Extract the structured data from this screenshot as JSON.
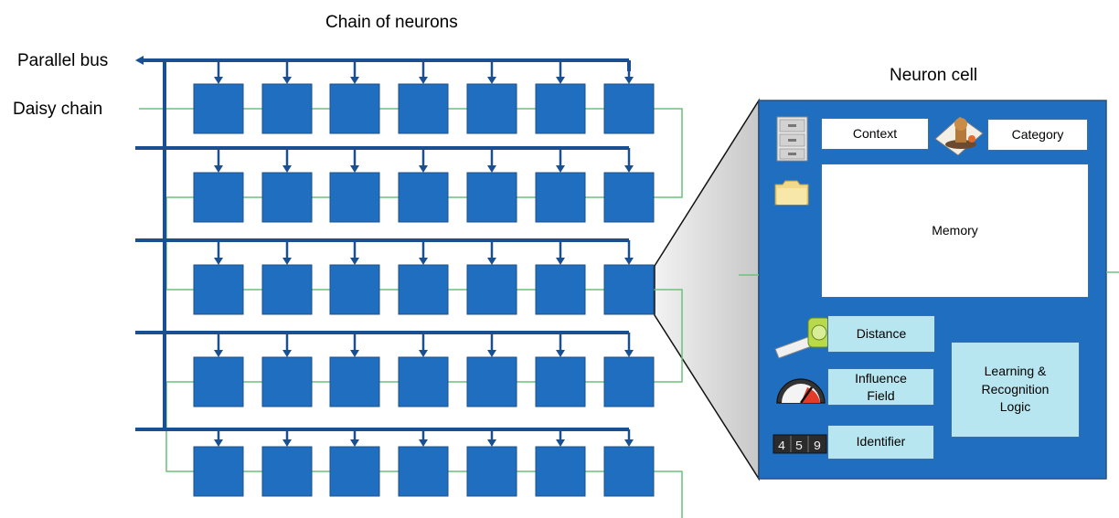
{
  "labels": {
    "chain_title": "Chain of neurons",
    "parallel_bus": "Parallel bus",
    "daisy_chain": "Daisy chain",
    "cell_title": "Neuron cell"
  },
  "cell": {
    "context": "Context",
    "category": "Category",
    "memory": "Memory",
    "distance": "Distance",
    "influence_line1": "Influence",
    "influence_line2": "Field",
    "identifier": "Identifier",
    "logic_line1": "Learning &",
    "logic_line2": "Recognition",
    "logic_line3": "Logic",
    "odometer_digits": [
      "4",
      "5",
      "9"
    ]
  },
  "grid": {
    "rows": 5,
    "columns": 7
  },
  "icons": [
    "file-cabinet-icon",
    "stamp-icon",
    "folder-icon",
    "tape-measure-icon",
    "gauge-icon",
    "odometer-icon"
  ],
  "colors": {
    "neuron": "#1f6ebf",
    "bus": "#1a4f91",
    "daisy": "#6cc27a",
    "cell_panel": "#1f6ebf",
    "cyan_box": "#b7e6f0"
  }
}
